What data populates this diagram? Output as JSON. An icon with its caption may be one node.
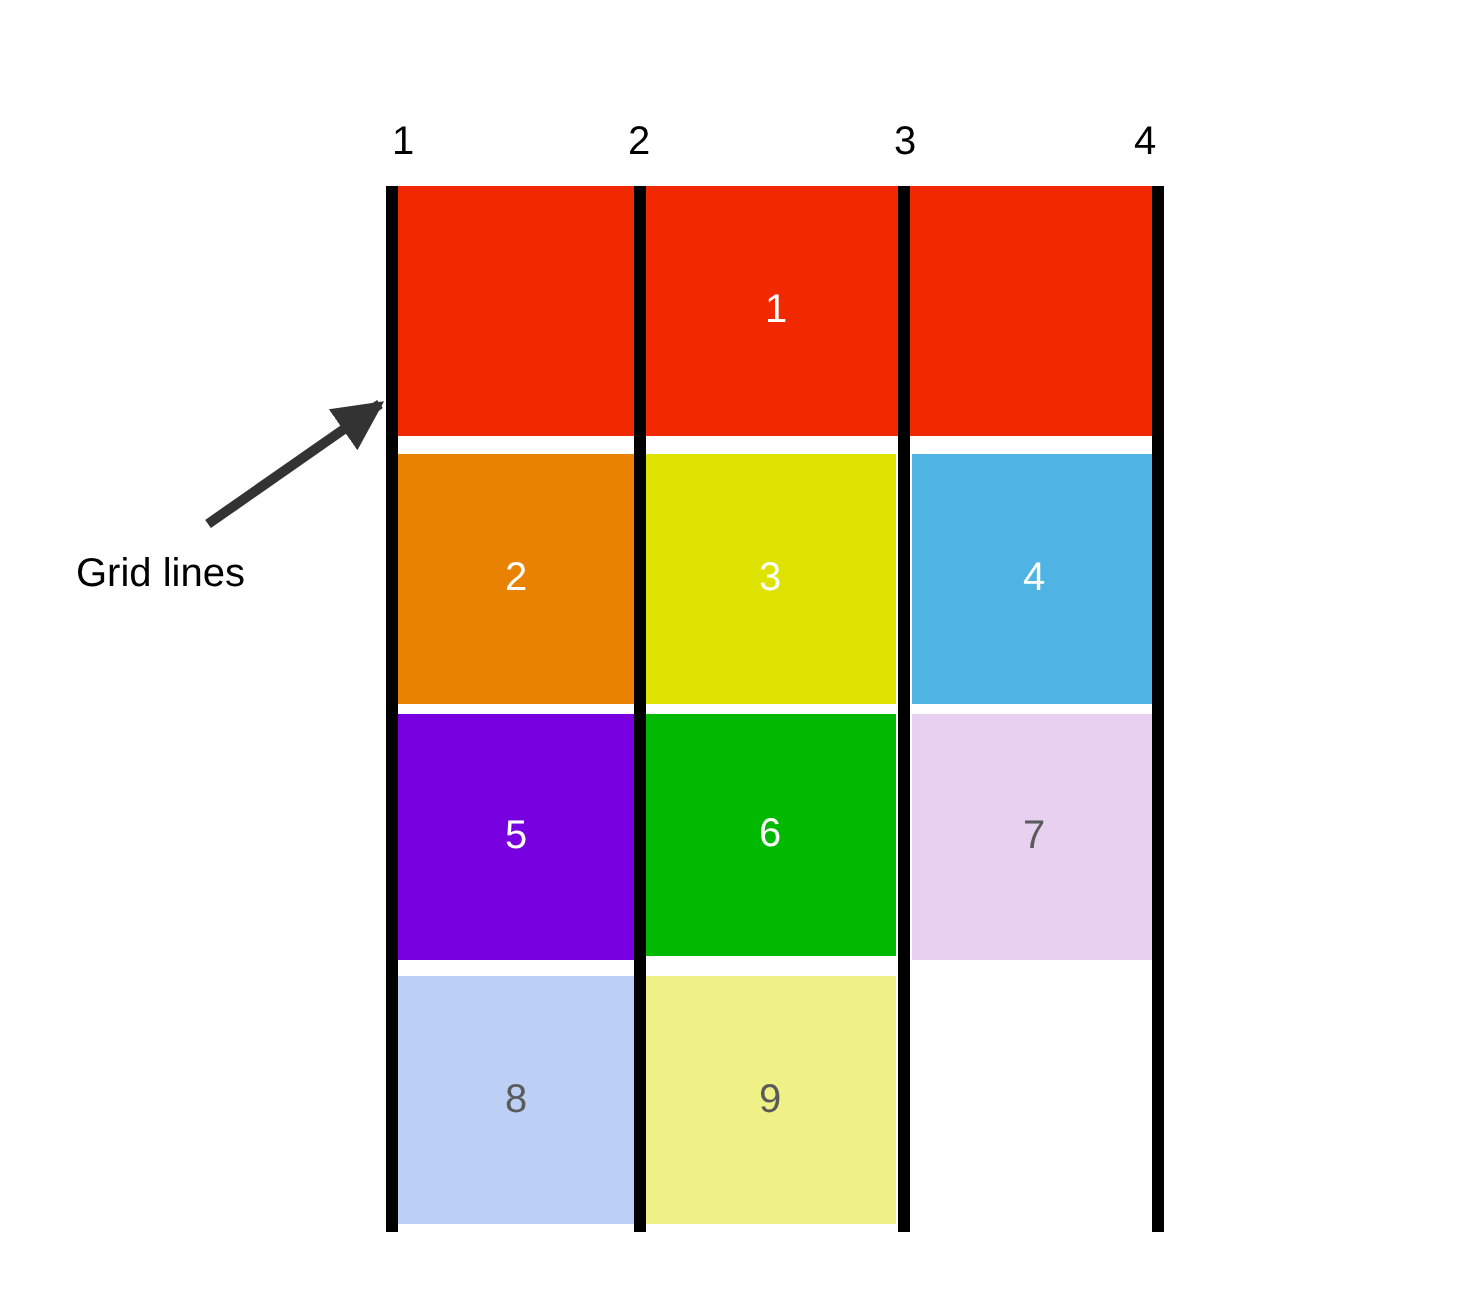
{
  "diagram": {
    "nodes": [
      {
        "text": [],
        "shape": "bar",
        "beside": [
          "1"
        ]
      },
      {
        "text": [],
        "shape": "bar",
        "beside": [
          "2"
        ]
      },
      {
        "text": [],
        "shape": "bar",
        "beside": [
          "3"
        ]
      },
      {
        "text": [],
        "shape": "bar",
        "beside": [
          "4"
        ]
      },
      {
        "text": [
          "1"
        ]
      },
      {
        "text": [
          "2"
        ]
      },
      {
        "text": [
          "3"
        ]
      },
      {
        "text": [
          "4"
        ]
      },
      {
        "text": [
          "5"
        ]
      },
      {
        "text": [
          "6"
        ]
      },
      {
        "text": [
          "7"
        ]
      },
      {
        "text": [
          "8"
        ]
      },
      {
        "text": [
          "9"
        ]
      },
      {
        "text": [
          "Grid lines"
        ]
      }
    ],
    "edges": [
      {
        "from": 13,
        "to": 0,
        "arrow": "to"
      }
    ]
  }
}
